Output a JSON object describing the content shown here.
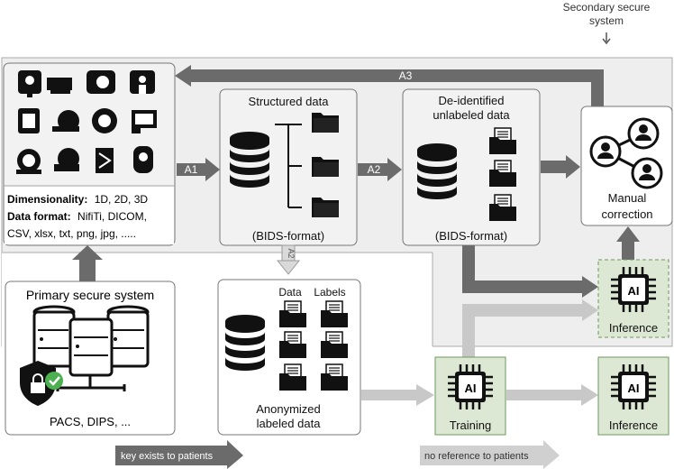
{
  "secondary_system": {
    "line1": "Secondary secure",
    "line2": "system"
  },
  "primary_system": {
    "title": "Primary secure system",
    "caption": "PACS, DIPS, ..."
  },
  "modalities": {
    "dimensionality_label": "Dimensionality:",
    "dimensionality_value": "1D, 2D, 3D",
    "format_label": "Data format:",
    "format_value": "NifiTi, DICOM,",
    "format_value2": "CSV, xlsx, txt, png, jpg, ....."
  },
  "structured": {
    "title": "Structured data",
    "subtitle": "(BIDS-format)"
  },
  "deidentified": {
    "line1": "De-identified",
    "line2": "unlabeled data",
    "subtitle": "(BIDS-format)"
  },
  "manual": {
    "line1": "Manual",
    "line2": "correction"
  },
  "anonymized": {
    "col_data": "Data",
    "col_labels": "Labels",
    "line1": "Anonymized",
    "line2": "labeled data"
  },
  "ai": {
    "chip_label": "AI",
    "training": "Training",
    "inference": "Inference"
  },
  "arrows": {
    "a1": "A1",
    "a2": "A2",
    "a2_vertical": "A2",
    "a3": "A3"
  },
  "footer": {
    "left": "key exists to patients",
    "right": "no reference to patients"
  },
  "colors": {
    "dark_arrow": "#6b6b6b",
    "light_arrow": "#c8c8c8",
    "green_box": "#dde8d4",
    "panel": "#eeeeee"
  }
}
